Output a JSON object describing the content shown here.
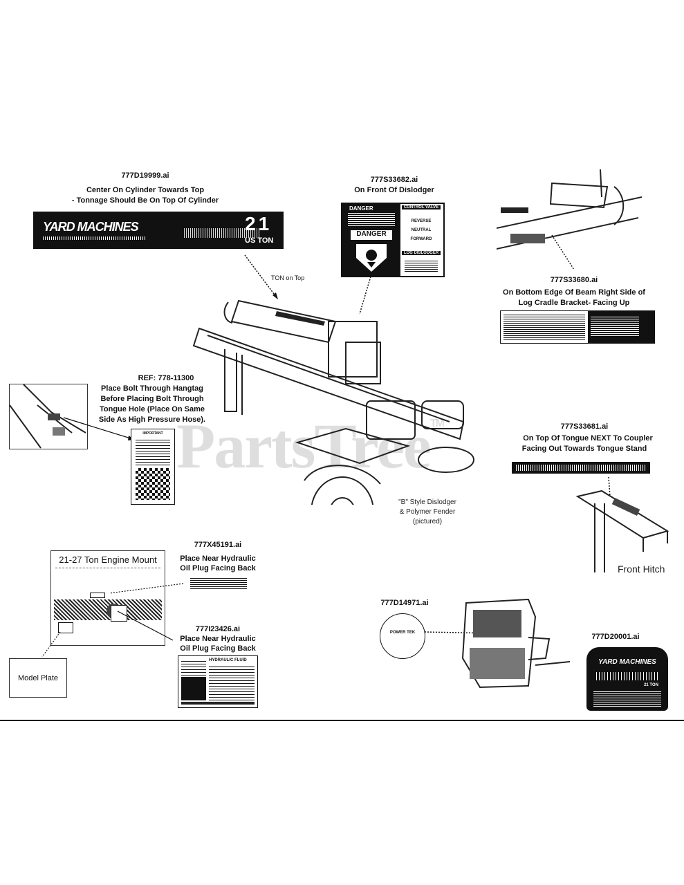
{
  "watermark": {
    "text": "PartsTree",
    "tm": "TM"
  },
  "decals": {
    "d19999": {
      "part_no": "777D19999.ai",
      "caption_line1": "Center On Cylinder Towards Top",
      "caption_line2": "- Tonnage Should Be On Top Of Cylinder",
      "brand": "YARD MACHINES",
      "tonnage": "21",
      "unit": "US TON",
      "callout": "TON on Top"
    },
    "s33682": {
      "part_no": "777S33682.ai",
      "caption": "On Front Of Dislodger",
      "danger_header": "DANGER",
      "danger_word": "DANGER",
      "control_valve": "CONTROL VALVE",
      "reverse": "REVERSE",
      "neutral": "NEUTRAL",
      "forward": "FORWARD",
      "log_dislodger": "LOG DISLODGER"
    },
    "s33680": {
      "part_no": "777S33680.ai",
      "caption_line1": "On Bottom Edge Of Beam Right Side of",
      "caption_line2": "Log Cradle Bracket- Facing Up"
    },
    "ref11300": {
      "part_no": "REF: 778-11300",
      "caption_line1": "Place Bolt Through Hangtag",
      "caption_line2": "Before Placing Bolt Through",
      "caption_line3": "Tongue Hole (Place On Same",
      "caption_line4": "Side As High Pressure Hose).",
      "tag_title": "IMPORTANT"
    },
    "s33681": {
      "part_no": "777S33681.ai",
      "caption_line1": "On Top Of Tongue NEXT To Coupler",
      "caption_line2": "Facing Out Towards Tongue Stand",
      "hitch_label": "Front Hitch"
    },
    "fender_note": {
      "line1": "\"B\" Style Dislodger",
      "line2": "& Polymer Fender",
      "line3": "(pictured)"
    },
    "engine_mount": {
      "title": "21-27 Ton Engine Mount",
      "model_plate": "Model Plate"
    },
    "x45191": {
      "part_no": "777X45191.ai",
      "caption_line1": "Place Near Hydraulic",
      "caption_line2": "Oil Plug Facing Back"
    },
    "i23426": {
      "part_no": "777I23426.ai",
      "caption_line1": "Place Near Hydraulic",
      "caption_line2": "Oil Plug Facing Back",
      "fluid_title": "HYDRAULIC FLUID"
    },
    "d14971": {
      "part_no": "777D14971.ai",
      "badge": "POWER TEK"
    },
    "d20001": {
      "part_no": "777D20001.ai",
      "brand": "YARD MACHINES",
      "ton": "21 TON"
    }
  },
  "colors": {
    "ink": "#111111",
    "watermark": "#bdbdbd",
    "paper": "#ffffff"
  }
}
